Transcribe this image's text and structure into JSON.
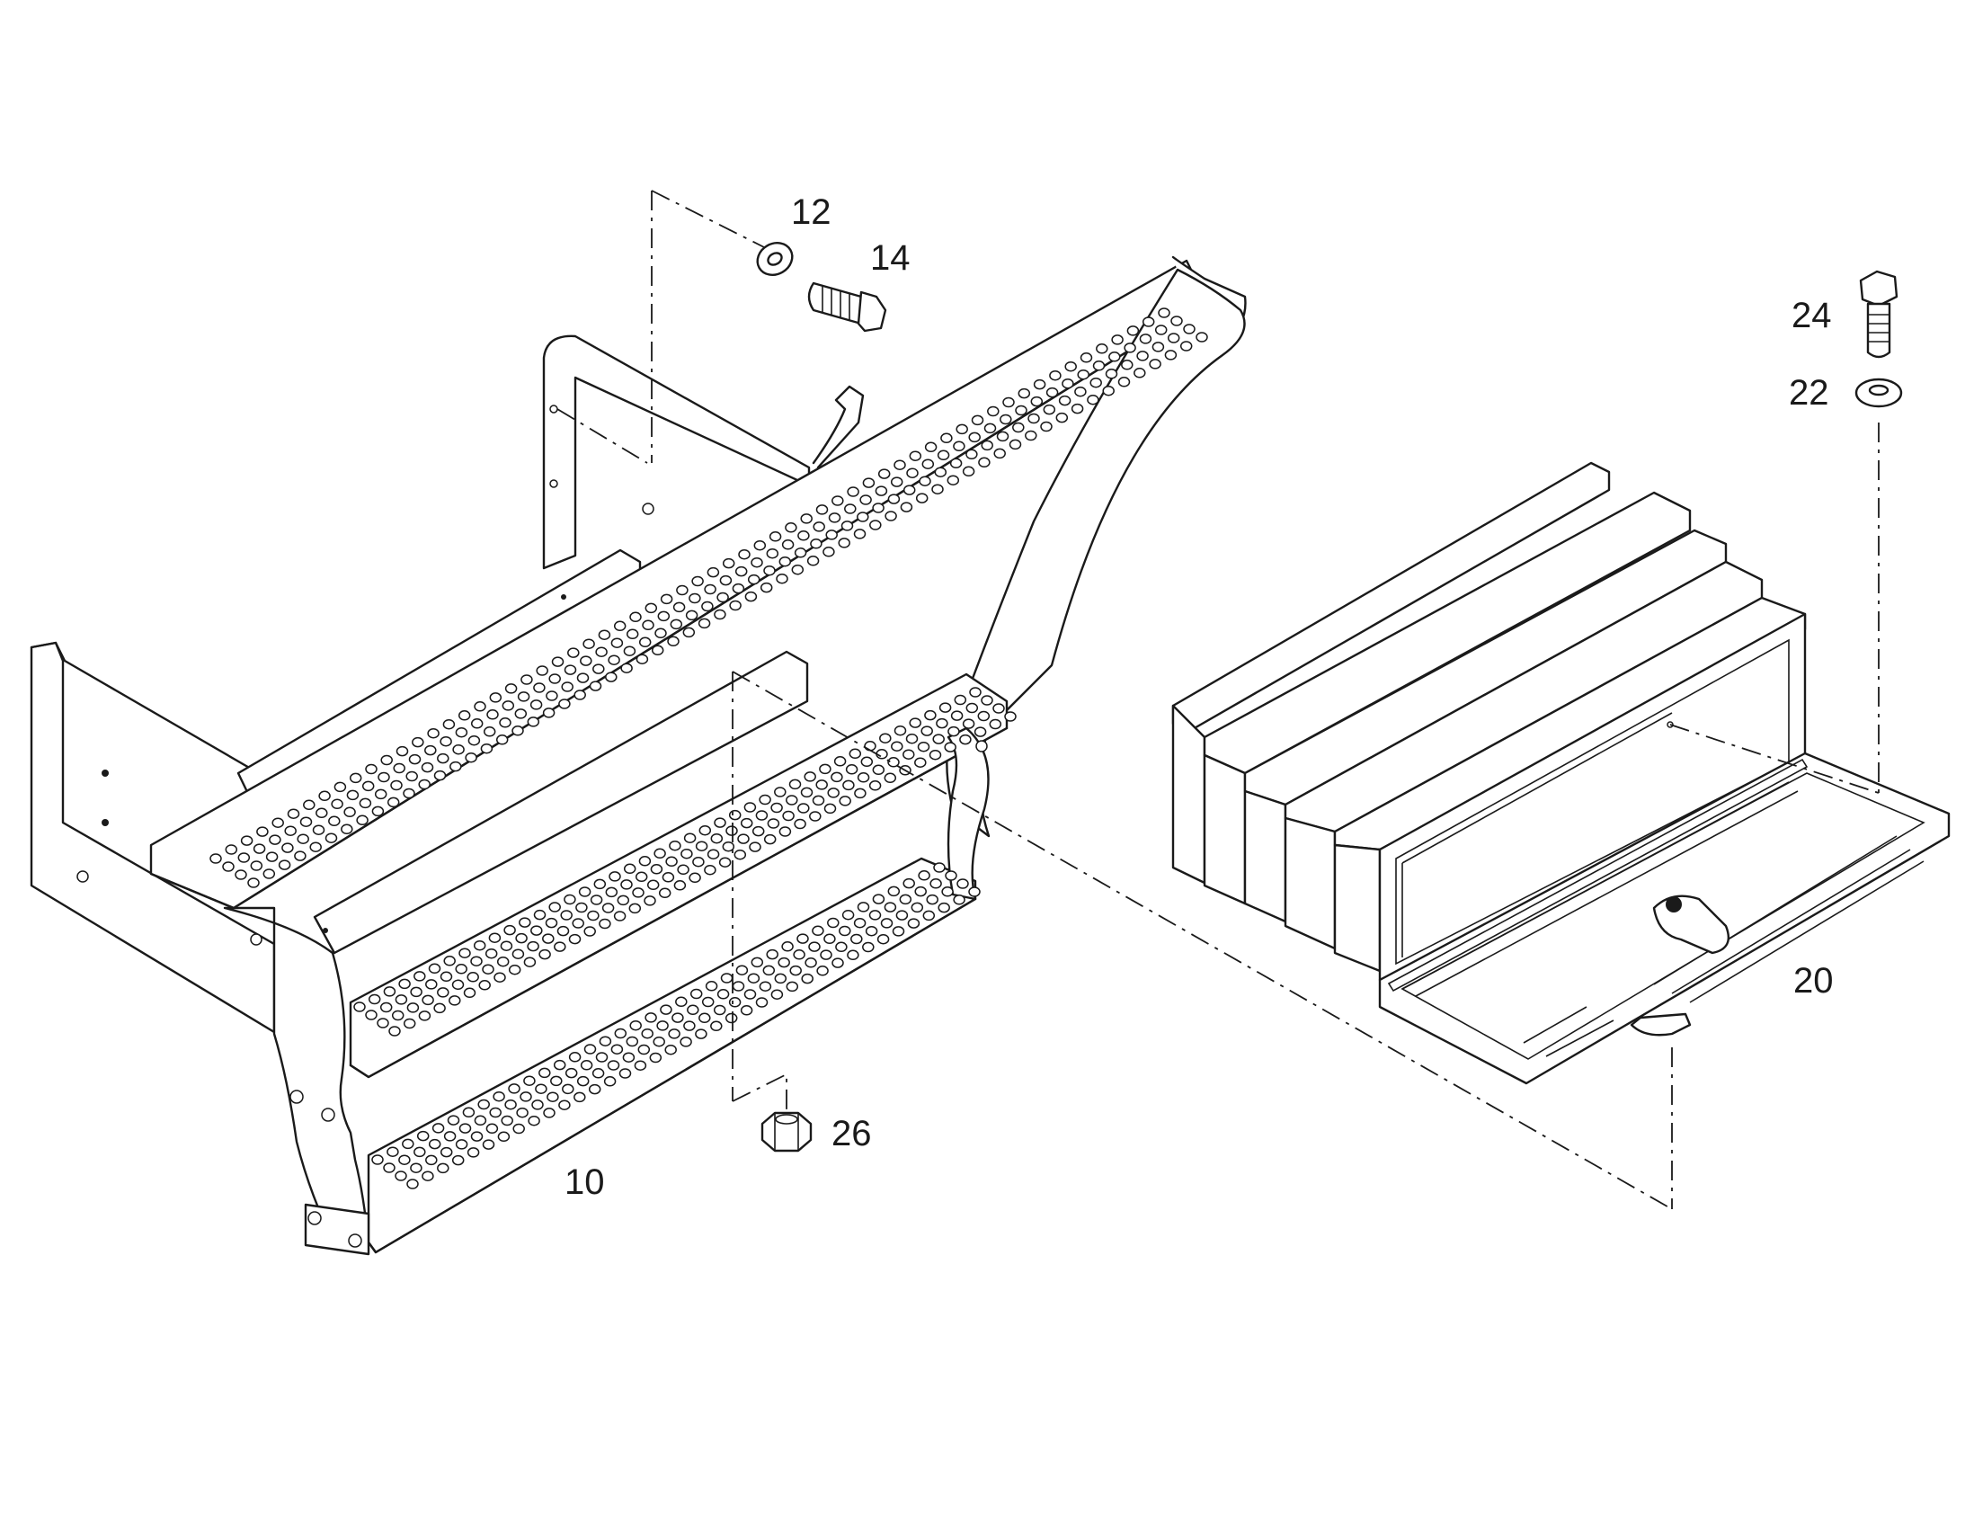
{
  "callouts": {
    "c12": "12",
    "c14": "14",
    "c24": "24",
    "c22": "22",
    "c20": "20",
    "c26": "26",
    "c10": "10"
  },
  "parts": [
    {
      "callout": "10",
      "name": "step-assembly"
    },
    {
      "callout": "12",
      "name": "washer"
    },
    {
      "callout": "14",
      "name": "bolt"
    },
    {
      "callout": "20",
      "name": "tool-box"
    },
    {
      "callout": "22",
      "name": "washer"
    },
    {
      "callout": "24",
      "name": "bolt"
    },
    {
      "callout": "26",
      "name": "nut"
    }
  ],
  "colors": {
    "line": "#1a1a1a",
    "background": "#ffffff"
  }
}
